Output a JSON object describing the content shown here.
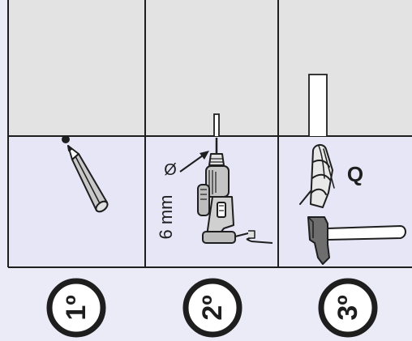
{
  "panels": [
    {
      "id": "1",
      "badge": "1º"
    },
    {
      "id": "2",
      "badge": "2º",
      "dimension_label": "6 mm",
      "diameter_symbol": "Ø"
    },
    {
      "id": "3",
      "badge": "3º",
      "part_label": "Q"
    }
  ],
  "colors": {
    "wall": "#e3e3e3",
    "floor_area": "#e6e6f6",
    "background": "#ebebf7",
    "outline": "#1e1e1e",
    "badge_fill": "#ffffff",
    "tool_gray": "#bdbdbd"
  },
  "icons": [
    "pencil-icon",
    "drill-icon",
    "wall-plug-icon",
    "hammer-icon"
  ]
}
